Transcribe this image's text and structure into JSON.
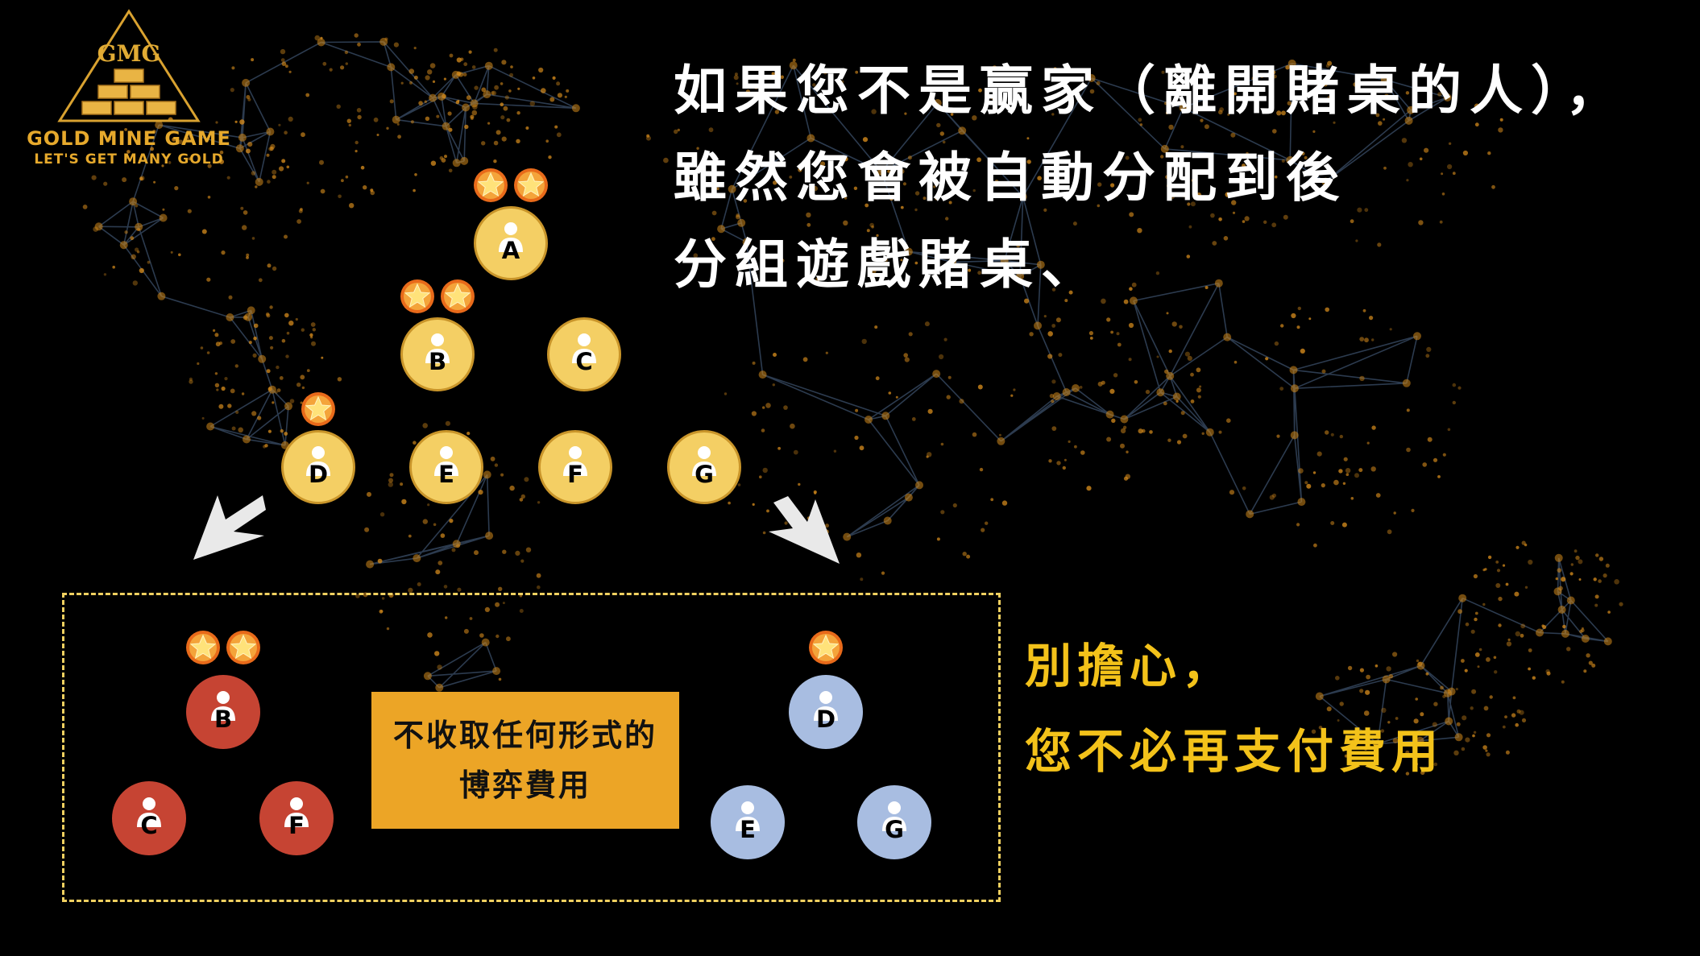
{
  "logo": {
    "monogram": "GMG",
    "name": "GOLD MINE GAME",
    "tagline": "LET'S GET MANY GOLD"
  },
  "headline": {
    "line1": "如果您不是赢家（離開賭桌的人），",
    "line2": "雖然您會被自動分配到後",
    "line3": "分組遊戲賭桌、"
  },
  "reassure": {
    "line1": "別擔心，",
    "line2": "您不必再支付費用"
  },
  "fee_box": {
    "line1": "不收取任何形式的",
    "line2": "博弈費用"
  },
  "top_group": {
    "players": [
      {
        "label": "A",
        "stars": 2
      },
      {
        "label": "B",
        "stars": 2
      },
      {
        "label": "C",
        "stars": 0
      },
      {
        "label": "D",
        "stars": 1
      },
      {
        "label": "E",
        "stars": 0
      },
      {
        "label": "F",
        "stars": 0
      },
      {
        "label": "G",
        "stars": 0
      }
    ]
  },
  "left_subgroup": {
    "color": "#c64433",
    "players": [
      {
        "label": "B",
        "stars": 2
      },
      {
        "label": "C",
        "stars": 0
      },
      {
        "label": "F",
        "stars": 0
      }
    ]
  },
  "right_subgroup": {
    "color": "#a8bde1",
    "players": [
      {
        "label": "D",
        "stars": 1
      },
      {
        "label": "E",
        "stars": 0
      },
      {
        "label": "G",
        "stars": 0
      }
    ]
  },
  "colors": {
    "gold_circle": "#f4cf64",
    "red_circle": "#c64433",
    "blue_circle": "#a8bde1",
    "headline": "#ffffff",
    "highlight_text": "#f3c21a",
    "fee_box": "#eca526",
    "dashed_border": "#f0d060"
  },
  "icons": {
    "person": "person-icon",
    "star": "gold-star-coin-icon",
    "arrow": "down-arrow-icon"
  }
}
